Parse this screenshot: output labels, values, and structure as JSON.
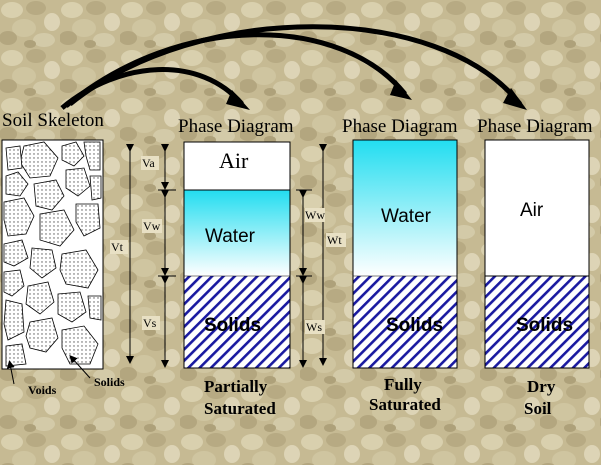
{
  "title": "Soil Skeleton",
  "skeleton": {
    "title": "Soil Skeleton",
    "voids_label": "Voids",
    "solids_label": "Solids"
  },
  "panels": [
    {
      "title": "Phase Diagram",
      "air": "Air",
      "water": "Water",
      "solids": "Solids",
      "caption_line1": "Partially",
      "caption_line2": "Saturated",
      "left_labels": {
        "va": "Va",
        "vw": "Vw",
        "vs": "Vs",
        "vt": "Vt"
      },
      "right_labels": {
        "ww": "Ww",
        "wt": "Wt",
        "ws": "Ws"
      }
    },
    {
      "title": "Phase Diagram",
      "water": "Water",
      "solids": "Solids",
      "caption_line1": "Fully",
      "caption_line2": "Saturated"
    },
    {
      "title": "Phase Diagram",
      "air": "Air",
      "solids": "Solids",
      "caption_line1": "Dry",
      "caption_line2": "Soil"
    }
  ],
  "colors": {
    "background": "#c8bc96",
    "water_top": "#22ddf0",
    "water_bottom": "#ffffff",
    "hatch": "#1a1aa0",
    "box": "#ffffff",
    "stroke": "#000000"
  }
}
